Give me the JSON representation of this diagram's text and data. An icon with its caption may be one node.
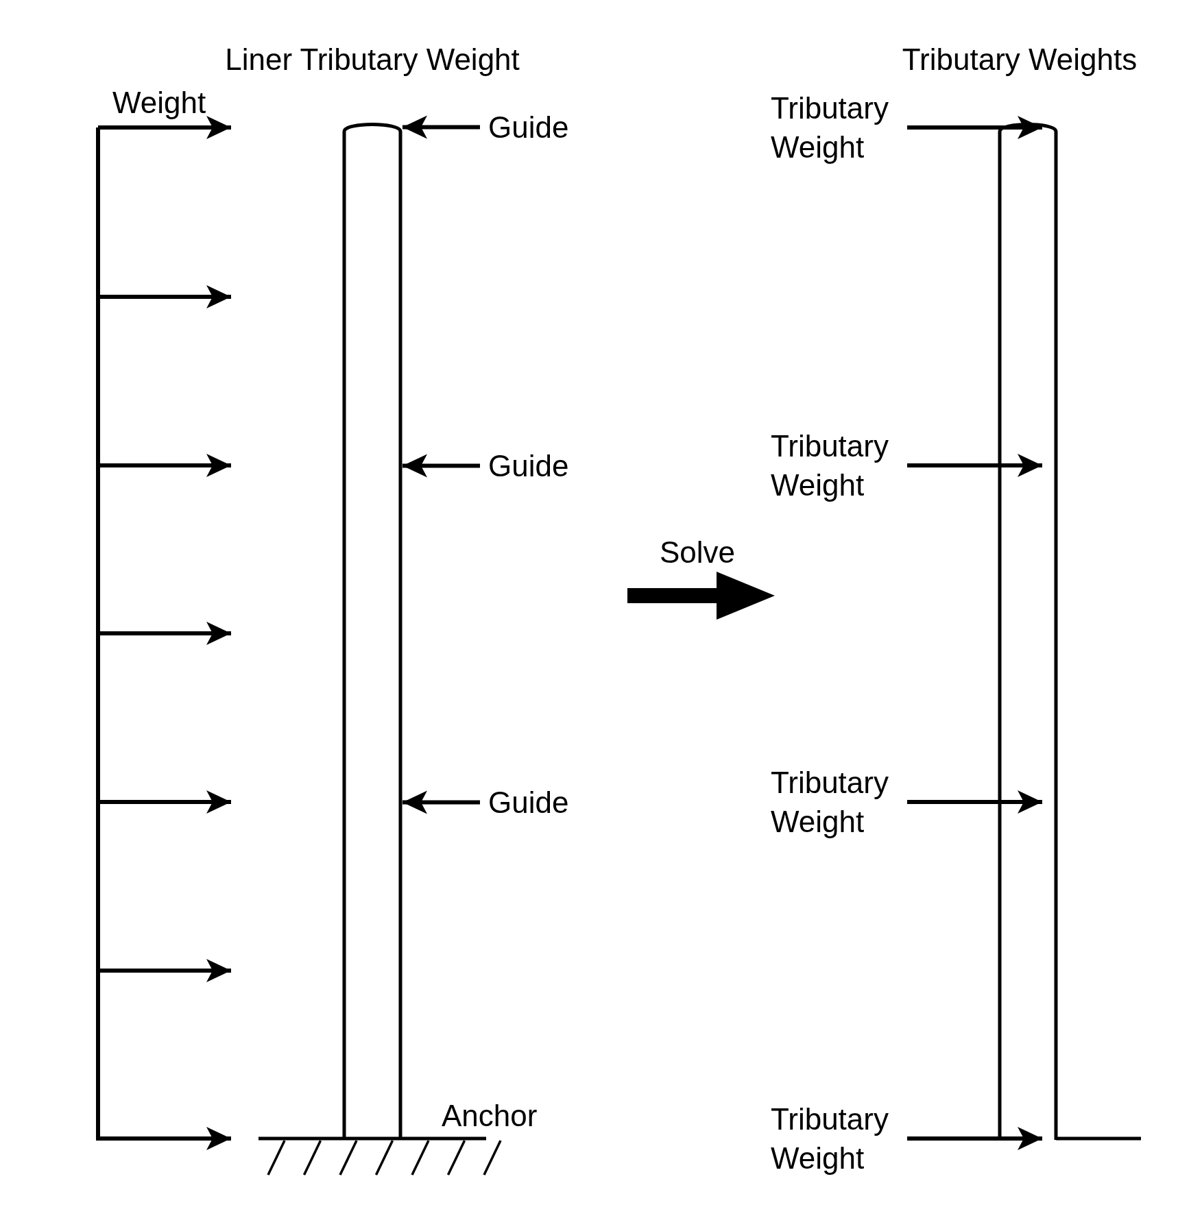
{
  "diagram": {
    "nodes": [
      {
        "text": [],
        "shape": "cylinder"
      },
      {
        "text": [
          "Guide"
        ]
      },
      {
        "text": [
          "Guide"
        ]
      },
      {
        "text": [
          "Guide"
        ]
      },
      {
        "text": [],
        "shape": "cylinder"
      },
      {
        "text": [
          "Tributary Weight"
        ]
      },
      {
        "text": [
          "Tributary Weight"
        ]
      },
      {
        "text": [
          "Tributary Weight"
        ]
      },
      {
        "text": [
          "Tributary Weight"
        ]
      }
    ],
    "edges": [
      {
        "from": 1,
        "to": 0,
        "arrow": "to"
      },
      {
        "from": 2,
        "to": 0,
        "arrow": "to"
      },
      {
        "from": 3,
        "to": 0,
        "arrow": "to"
      },
      {
        "from": 5,
        "to": 4,
        "arrow": "to"
      },
      {
        "from": 6,
        "to": 4,
        "arrow": "to"
      },
      {
        "from": 7,
        "to": 4,
        "arrow": "to"
      },
      {
        "from": 8,
        "to": 4,
        "arrow": "to"
      }
    ],
    "labels": [
      "Liner Tributary Weight",
      "Tributary Weights",
      "Weight",
      "Solve",
      "Anchor"
    ]
  }
}
